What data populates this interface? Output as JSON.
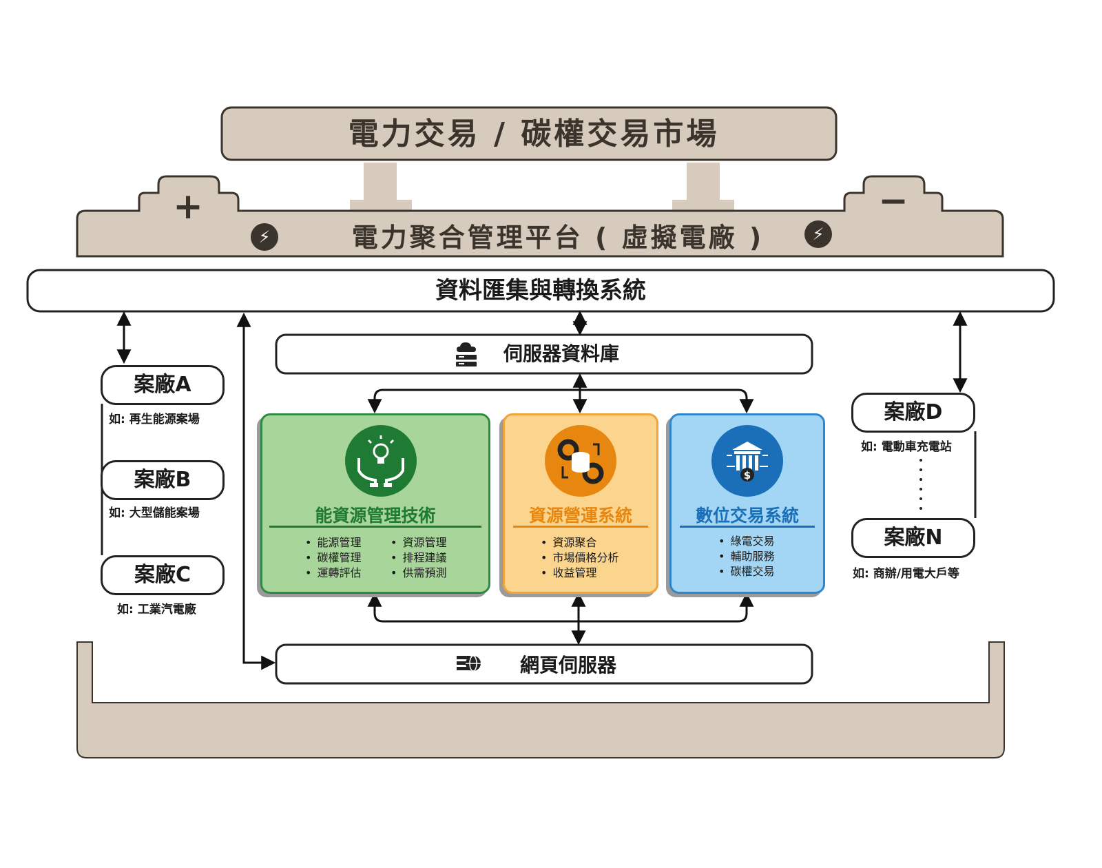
{
  "market": {
    "title": "電力交易 / 碳權交易市場"
  },
  "platform": {
    "title": "電力聚合管理平台 ( 虛擬電廠 )",
    "plus": "+",
    "minus": "−"
  },
  "data_bar": {
    "label": "資料匯集與轉換系統"
  },
  "db_server": {
    "label": "伺服器資料庫",
    "icon": "cloud-server-icon"
  },
  "web_server": {
    "label": "網頁伺服器",
    "icon": "globe-server-icon"
  },
  "sites_left": [
    {
      "name": "案廠A",
      "note": "如: 再生能源案場"
    },
    {
      "name": "案廠B",
      "note": "如: 大型儲能案場"
    },
    {
      "name": "案廠C",
      "note": "如: 工業汽電廠"
    }
  ],
  "sites_right": [
    {
      "name": "案廠D",
      "note": "如: 電動車充電站"
    },
    {
      "name": "案廠N",
      "note": "如: 商辦/用電大戶等"
    }
  ],
  "cards": {
    "energy": {
      "title": "能資源管理技術",
      "icon": "hands-lightbulb-icon",
      "color": "#1f7a34",
      "bg": "#a8d59a",
      "items_left": [
        "能源管理",
        "碳權管理",
        "運轉評估"
      ],
      "items_right": [
        "資源管理",
        "排程建議",
        "供需預測"
      ]
    },
    "ops": {
      "title": "資源營運系統",
      "icon": "gears-database-icon",
      "color": "#e8870f",
      "bg": "#fbd58d",
      "items": [
        "資源聚合",
        "市場價格分析",
        "收益管理"
      ]
    },
    "trade": {
      "title": "數位交易系統",
      "icon": "bank-dollar-icon",
      "color": "#1a6fb8",
      "bg": "#a3d6f4",
      "items": [
        "綠電交易",
        "輔助服務",
        "碳權交易"
      ]
    }
  },
  "colors": {
    "tan": "#d6cbbd",
    "outline": "#3b342c"
  }
}
